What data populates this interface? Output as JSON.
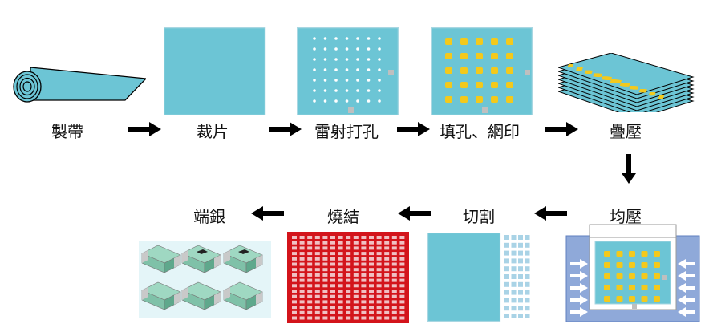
{
  "colors": {
    "sheet": "#6cc5d5",
    "sheet_border": "#a9d7e2",
    "paste": "#f3c91c",
    "mark": "#bfbfbf",
    "sinter_red": "#d3141b",
    "press_frame": "#8fa9d9",
    "arrow": "#000000"
  },
  "steps": [
    {
      "id": "tape_casting",
      "label": "製帶"
    },
    {
      "id": "cutting",
      "label": "裁片"
    },
    {
      "id": "laser_drilling",
      "label": "雷射打孔"
    },
    {
      "id": "filling_printing",
      "label": "填孔、網印"
    },
    {
      "id": "stacking",
      "label": "疊壓"
    },
    {
      "id": "isostatic_press",
      "label": "均壓"
    },
    {
      "id": "dicing",
      "label": "切割"
    },
    {
      "id": "sintering",
      "label": "燒結"
    },
    {
      "id": "termination",
      "label": "端銀"
    }
  ],
  "icons": {
    "roll": "tape-roll-icon",
    "arrow_right": "arrow-right-icon",
    "arrow_left": "arrow-left-icon",
    "arrow_down": "arrow-down-icon",
    "chip": "ceramic-chip-icon"
  }
}
